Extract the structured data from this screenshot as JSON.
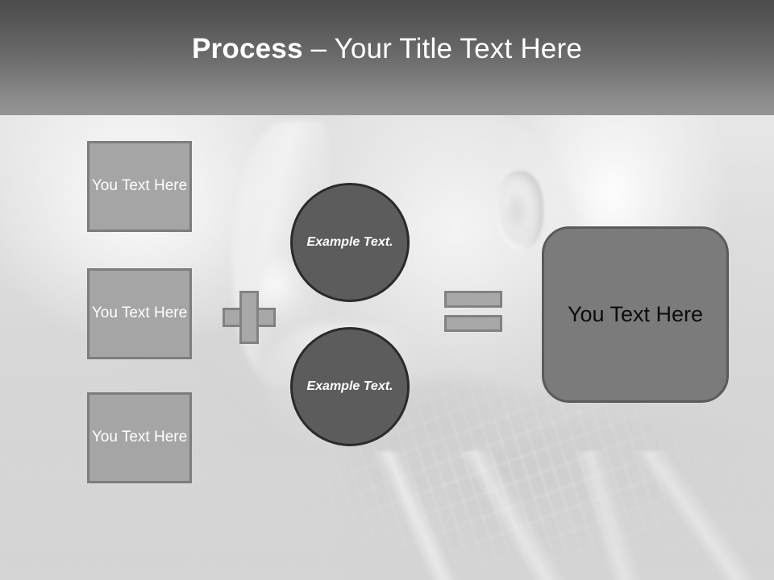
{
  "slide": {
    "title": {
      "strong": "Process",
      "rest": " – Your Title Text Here"
    },
    "colors": {
      "title_band_top": "#4c4c4c",
      "title_band_bottom": "#949494",
      "title_text": "#ffffff",
      "input_box_fill": "#a5a5a5",
      "input_box_border": "#7d7d7d",
      "input_box_text": "#ffffff",
      "circle_fill": "#5c5c5c",
      "circle_border": "#2b2b2b",
      "circle_text": "#ffffff",
      "operator_fill": "#a8a8a8",
      "operator_border": "#828282",
      "result_fill": "#7b7b7b",
      "result_border": "#5a5a5a",
      "result_text": "#0c0c0c",
      "background": "#d2d2d2"
    },
    "input_boxes": [
      {
        "label": "You Text Here"
      },
      {
        "label": "You Text Here"
      },
      {
        "label": "You Text Here"
      }
    ],
    "operators": {
      "plus": "+",
      "equals": "="
    },
    "circles": [
      {
        "label": "Example Text."
      },
      {
        "label": "Example Text."
      }
    ],
    "result": {
      "label": "You Text Here"
    },
    "background_image": {
      "description": "grayscale washed-out photo of a man's head in profile facing left, with ear, neck and plaid shirt shoulder"
    }
  }
}
